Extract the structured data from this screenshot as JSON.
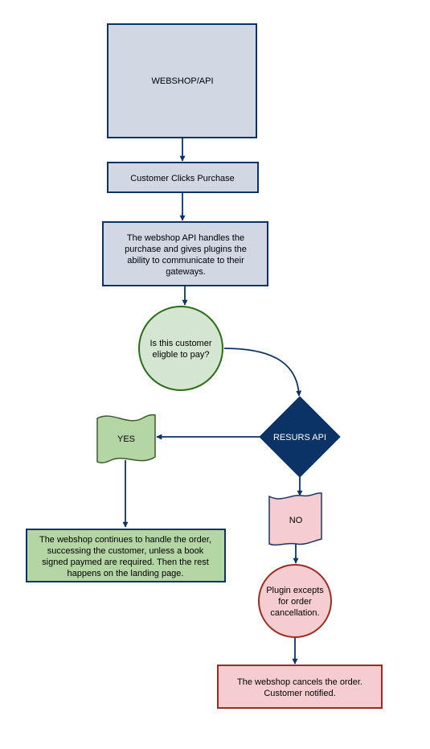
{
  "diagram": {
    "nodes": {
      "webshop_api": {
        "lines": [
          "WEBSHOP/API"
        ]
      },
      "customer_clicks": {
        "lines": [
          "Customer Clicks Purchase"
        ]
      },
      "api_handles": {
        "lines": [
          "The webshop API handles the",
          "purchase and gives plugins the",
          "ability to communicate to their",
          "gateways."
        ]
      },
      "eligible": {
        "lines": [
          "Is this customer",
          "eligble to pay?"
        ]
      },
      "resurs_api": {
        "lines": [
          "RESURS API"
        ]
      },
      "yes": {
        "lines": [
          "YES"
        ]
      },
      "no": {
        "lines": [
          "NO"
        ]
      },
      "continue_order": {
        "lines": [
          "The webshop continues to handle the order,",
          "successing the customer, unless a book",
          "signed paymed are required. Then the rest",
          "happens on the landing page."
        ]
      },
      "plugin_excepts": {
        "lines": [
          "Plugin excepts",
          "for order",
          "cancellation."
        ]
      },
      "cancel_order": {
        "lines": [
          "The webshop cancels the order.",
          "Customer notified."
        ]
      }
    },
    "colors": {
      "box_fill": "#d1d7e3",
      "box_stroke": "#0b3366",
      "connector": "#0b3366",
      "circle_green_fill": "#d4e5d2",
      "circle_green_stroke": "#2a6e1a",
      "diamond_fill": "#0b3366",
      "yes_fill": "#b4d6a4",
      "yes_stroke": "#3c5a2c",
      "green_box_fill": "#b4d6a4",
      "no_fill": "#f5cdd0",
      "no_stroke": "#1b3566",
      "red_circle_fill": "#f5cdd0",
      "red_circle_stroke": "#9a2d22",
      "red_box_fill": "#f5cdd0",
      "red_box_stroke": "#9a2d22"
    }
  }
}
